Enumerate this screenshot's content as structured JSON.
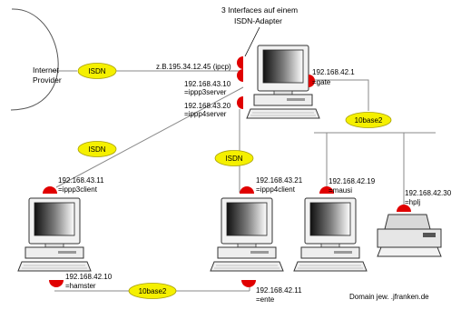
{
  "diagram": {
    "internet_provider": {
      "line1": "Internet",
      "line2": "Provider"
    },
    "labels": {
      "isdn_internet": "ISDN",
      "isdn_hamster": "ISDN",
      "isdn_ente": "ISDN",
      "base2_gate": "10base2",
      "base2_bottom": "10base2",
      "domain": "Domain jew. .jfranken.de"
    },
    "annotation": {
      "line1": "3 Interfaces auf einem",
      "line2": "ISDN-Adapter"
    },
    "ipp_link": "z.B.195.34.12.45 (ipcp)",
    "gate": {
      "ip_ext": "192.168.42.1",
      "name_ext": "=gate",
      "ip3": "192.168.43.10",
      "name3": "=ippp3server",
      "ip4": "192.168.43.20",
      "name4": "=ippp4server"
    },
    "hamster": {
      "isdn_ip": "192.168.43.11",
      "isdn_name": "=ippp3client",
      "lan_ip": "192.168.42.10",
      "lan_name": "=hamster"
    },
    "ente": {
      "isdn_ip": "192.168.43.21",
      "isdn_name": "=ippp4client",
      "lan_ip": "192.168.42.11",
      "lan_name": "=ente"
    },
    "mausi": {
      "ip": "192.168.42.19",
      "name": "=mausi"
    },
    "hplj": {
      "ip": "192.168.42.30",
      "name": "=hplj"
    }
  },
  "colors": {
    "oval_fill": "#f5f000",
    "interface_red": "#e00000",
    "line_gray": "#8a8a8a"
  }
}
